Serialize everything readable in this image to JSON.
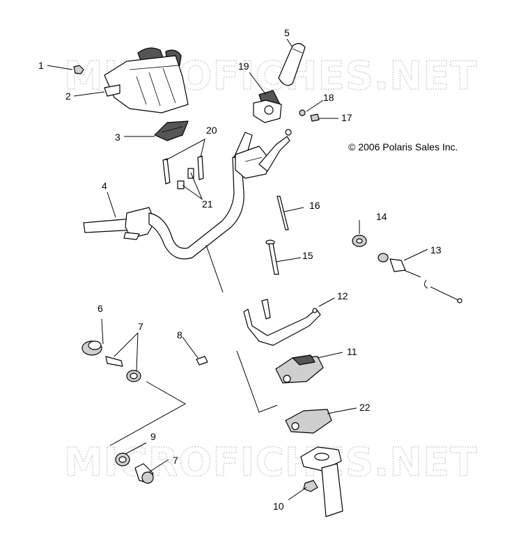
{
  "watermark": {
    "text": "MICROFICHES.NET"
  },
  "copyright": "© 2006 Polaris Sales Inc.",
  "callouts": {
    "c1": "1",
    "c2": "2",
    "c3": "3",
    "c4": "4",
    "c5": "5",
    "c6": "6",
    "c7a": "7",
    "c7b": "7",
    "c8": "8",
    "c9": "9",
    "c10": "10",
    "c11": "11",
    "c12": "12",
    "c13": "13",
    "c14": "14",
    "c15": "15",
    "c16": "16",
    "c17": "17",
    "c18": "18",
    "c19": "19",
    "c20": "20",
    "c21": "21",
    "c22": "22"
  }
}
